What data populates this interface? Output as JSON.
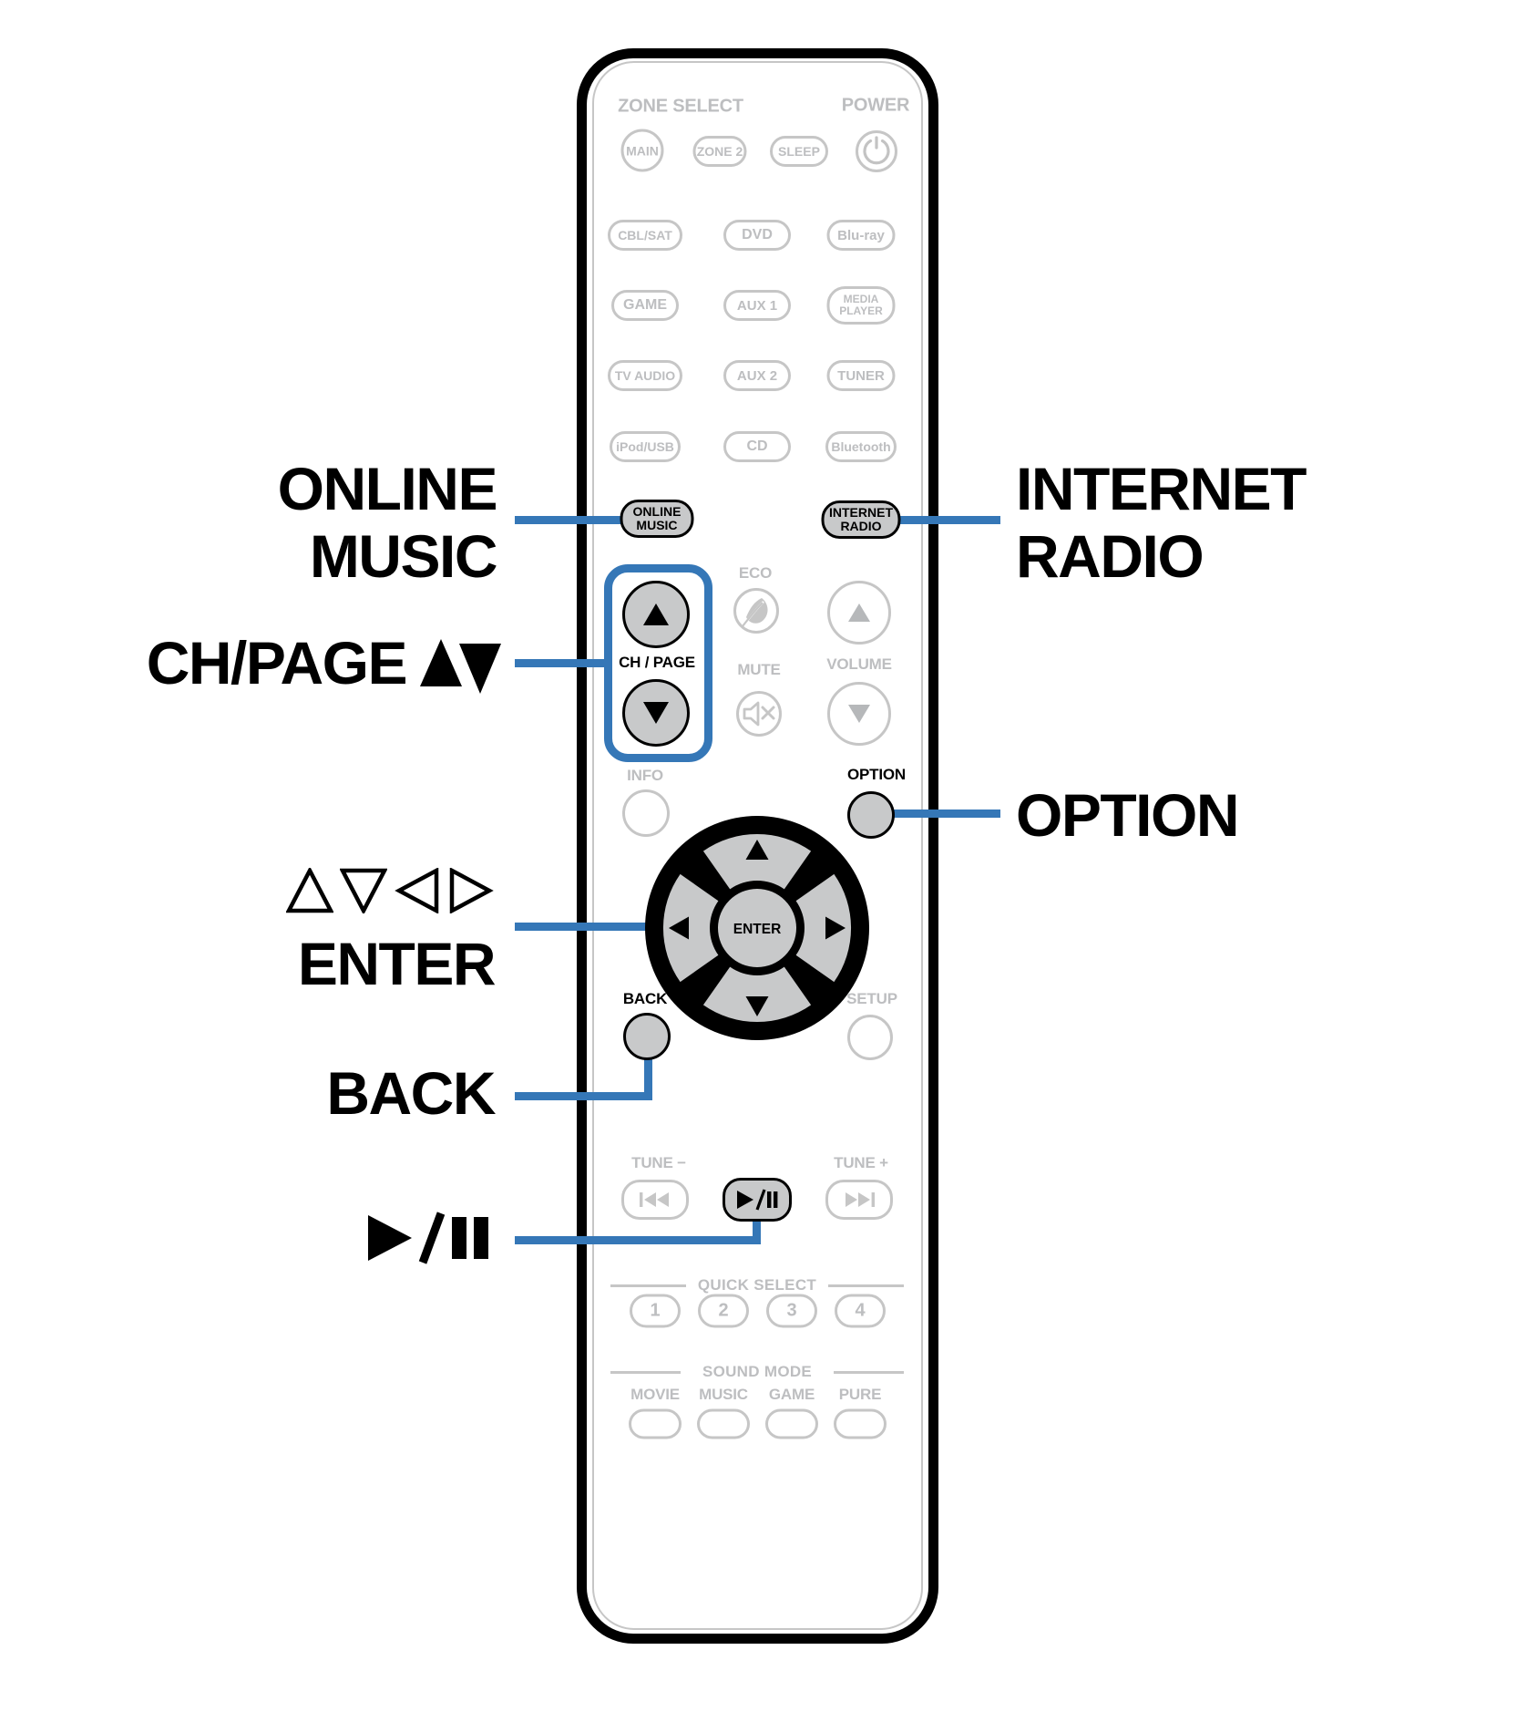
{
  "colors": {
    "accent_blue": "#3577b7",
    "button_gray": "#c8c9ca",
    "outline_gray": "#c6c6c6",
    "label_gray": "#bdbec0",
    "tri_gray": "#b6b8ba",
    "black": "#000000"
  },
  "callouts": {
    "online_music": {
      "line1": "ONLINE",
      "line2": "MUSIC"
    },
    "internet_radio": {
      "line1": "INTERNET",
      "line2": "RADIO"
    },
    "ch_page": "CH/PAGE",
    "enter": "ENTER",
    "back": "BACK",
    "option": "OPTION"
  },
  "icons": {
    "power": "⏻",
    "eco": "leaf",
    "mute": "speaker-muted",
    "volume_up": "▲",
    "volume_down": "▼",
    "ch_page_up": "▲",
    "ch_page_down": "▼",
    "label_arrows": "▲▼",
    "cursor_outline_arrows": "△▽◁▷",
    "skip_back": "⏮",
    "play_pause": "►/❚❚",
    "skip_forward": "⏭"
  },
  "remote": {
    "zone_select_label": "ZONE SELECT",
    "power_label": "POWER",
    "zone_buttons": [
      "MAIN",
      "ZONE 2",
      "SLEEP"
    ],
    "sources": [
      {
        "label": "CBL/SAT"
      },
      {
        "label": "DVD"
      },
      {
        "label": "Blu-ray"
      },
      {
        "label": "GAME"
      },
      {
        "label": "AUX 1"
      },
      {
        "line1": "MEDIA",
        "line2": "PLAYER"
      },
      {
        "label": "TV AUDIO"
      },
      {
        "label": "AUX 2"
      },
      {
        "label": "TUNER"
      },
      {
        "label": "iPod/USB"
      },
      {
        "label": "CD"
      },
      {
        "label": "Bluetooth"
      }
    ],
    "online_music": {
      "line1": "ONLINE",
      "line2": "MUSIC"
    },
    "internet_radio": {
      "line1": "INTERNET",
      "line2": "RADIO"
    },
    "eco_label": "ECO",
    "mute_label": "MUTE",
    "volume_label": "VOLUME",
    "ch_page_label": "CH / PAGE",
    "info_label": "INFO",
    "option_label": "OPTION",
    "enter_label": "ENTER",
    "back_label": "BACK",
    "setup_label": "SETUP",
    "tune_minus_label": "TUNE −",
    "tune_plus_label": "TUNE +",
    "quick_select_label": "QUICK SELECT",
    "quick_select_buttons": [
      "1",
      "2",
      "3",
      "4"
    ],
    "sound_mode_label": "SOUND MODE",
    "sound_mode_labels": [
      "MOVIE",
      "MUSIC",
      "GAME",
      "PURE"
    ]
  }
}
